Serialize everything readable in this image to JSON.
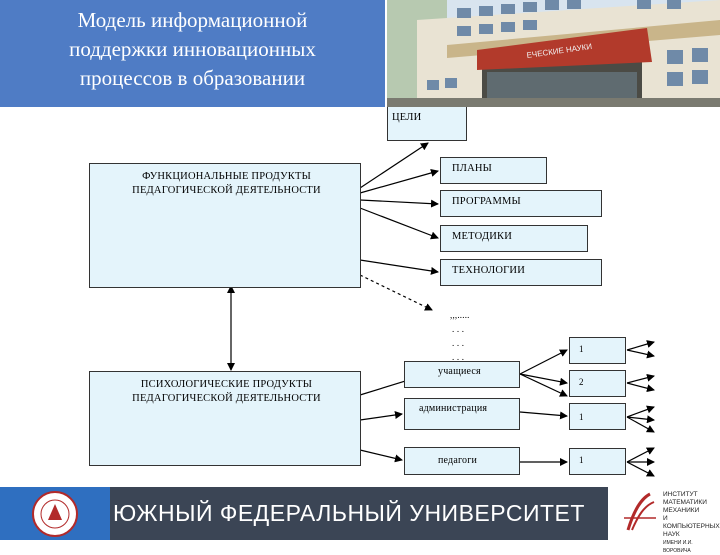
{
  "title": {
    "line1": "Модель информационной",
    "line2": "поддержки инновационных",
    "line3": "процессов в образовании"
  },
  "photo_signage": "ЕЧЕСКИЕ НАУКИ",
  "boxes": {
    "functional": "ФУНКЦИОНАЛЬНЫЕ ПРОДУКТЫ ПЕДАГОГИЧЕСКОЙ ДЕЯТЕЛЬНОСТИ",
    "psychological": "ПСИХОЛОГИЧЕСКИЕ ПРОДУКТЫ ПЕДАГОГИЧЕСКОЙ ДЕЯТЕЛЬНОСТИ",
    "goals": "ЦЕЛИ",
    "plans": "ПЛАНЫ",
    "programs": "ПРОГРАММЫ",
    "methods": "МЕТОДИКИ",
    "technologies": "ТЕХНОЛОГИИ",
    "ellipsis1": ",,,.....",
    "ellipsis2": ". . .",
    "ellipsis3": ". . .",
    "ellipsis4": ". . .",
    "students": "учащиеся",
    "administration": "администрация",
    "teachers": "педагоги"
  },
  "numbers": [
    "1",
    "2",
    "1",
    "1"
  ],
  "footer": {
    "university": "ЮЖНЫЙ ФЕДЕРАЛЬНЫЙ УНИВЕРСИТЕТ",
    "institute_lines": [
      "ИНСТИТУТ",
      "МАТЕМАТИКИ",
      "МЕХАНИКИ",
      "И КОМПЬЮТЕРНЫХ",
      "НАУК"
    ],
    "institute_bottom": "ИМЕНИ И.И. ВОРОВИЧА"
  },
  "colors": {
    "title_bg": "#4f7cc5",
    "box_fill": "#e4f4fb",
    "blue_box": "#5a89d2",
    "footer_band": "#3b4555"
  }
}
